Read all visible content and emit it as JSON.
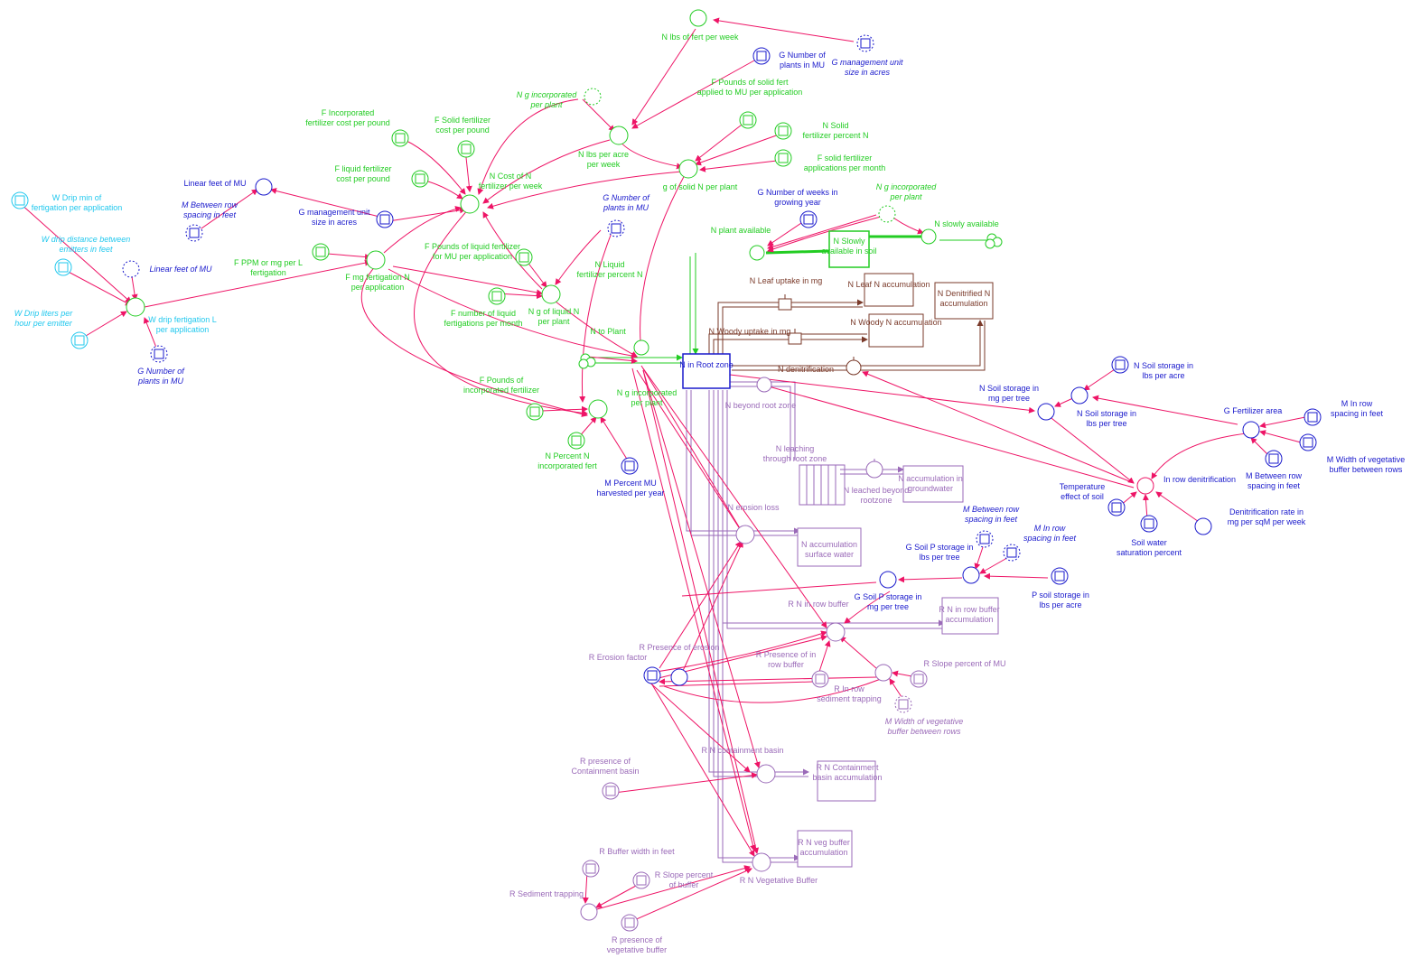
{
  "colors": {
    "green": "#22cc22",
    "cyan": "#22c8ee",
    "blue": "#1a1acc",
    "magenta": "#ee1466",
    "purple": "#7a2a7a",
    "brown": "#7a3a2a",
    "lavender": "#9a6ab8"
  },
  "labels": {
    "n_lbs_fert_week": "N lbs of fert per week",
    "g_mgmt_unit_top": "G management unit size in acres",
    "g_num_plants_top": "G Number of plants in MU",
    "f_pounds_solid": "F Pounds of solid fert applied to MU per application",
    "n_g_incorp_top": "N g incorporated per plant",
    "f_incorp_cost": "F Incorporated fertilizer cost per pound",
    "f_solid_cost": "F Solid fertilizer cost per pound",
    "n_lbs_per_acre": "N lbs per acre per week",
    "n_solid_pct": "N Solid fertilizer percent N",
    "f_solid_apps": "F solid fertilizer applications per month",
    "f_liquid_cost": "F liquid fertilizer cost per pound",
    "n_cost_week": "N Cost of N fertilizer per week",
    "g_solid_plant": "g of solid N per plant",
    "g_weeks": "G Number of weeks in growing year",
    "n_g_incorp_mid": "N g incorporated per plant",
    "linear_feet": "Linear feet of MU",
    "m_between_row_left": "M Between row spacing in feet",
    "g_mgmt_unit_left": "G management unit size in acres",
    "g_num_plants_mid": "G Number of plants in MU",
    "n_plant_avail": "N plant available",
    "n_slowly_soil": "N Slowly available in soil",
    "n_slowly_avail": "N slowly available",
    "w_drip_min": "W Drip min of fertigation per application",
    "w_drip_dist": "W drip distance between emitters in feet",
    "linear_feet_ghost": "Linear feet of MU",
    "f_ppm": "F PPM or mg per L fertigation",
    "f_pounds_liquid": "F Pounds of liquid fertilizer for MU per application",
    "n_liquid_pct": "N Liquid fertilizer percent N",
    "f_mg_fert": "F mg fertigation N per application",
    "w_drip_liters": "W Drip liters per hour per emitter",
    "w_drip_fert_l": "W drip fertigation L per application",
    "g_num_plants_left": "G Number of plants in MU",
    "f_num_liquid": "F number of liquid fertigations per month",
    "n_g_liquid": "N g of liquid N per plant",
    "n_leaf_uptake": "N Leaf uptake in mg",
    "n_leaf_acc": "N Leaf N accumulation",
    "n_denit_acc": "N Denitrified N accumulation",
    "n_woody_uptake": "N Woody uptake in mg",
    "n_woody_acc": "N Woody N accumulation",
    "n_to_plant": "N to Plant",
    "n_root_zone": "N in Root zone",
    "n_denitrification": "N denitrification",
    "n_soil_lbs_acre": "N Soil storage in lbs per acre",
    "n_soil_mg_tree": "N Soil storage in mg per tree",
    "n_soil_lbs_tree": "N Soil storage in lbs per tree",
    "g_fert_area": "G Fertilizer area",
    "m_in_row_right": "M In row spacing in feet",
    "m_width_veg_right": "M Width of vegetative buffer between rows",
    "f_pounds_incorp": "F Pounds of incorporated fertilizer",
    "n_g_incorp_low": "N g incorporated per plant",
    "n_beyond_root": "N beyond root zone",
    "n_leaching": "N leaching through root zone",
    "n_leached": "N leached beyond rootzone",
    "n_acc_ground": "N accumulation in groundwater",
    "n_pct_incorp": "N Percent N incorporated fert",
    "m_pct_harvest": "M Percent MU harvested per year",
    "in_row_denit": "In row denitrification",
    "m_between_row_right": "M Between row spacing in feet",
    "temp_effect": "Temperature effect of soil",
    "denit_rate": "Denitrification rate in mg per sqM per week",
    "soil_water": "Soil water saturation percent",
    "n_erosion_loss": "N erosion loss",
    "n_acc_surface": "N accumulation surface water",
    "m_between_row_mid": "M Between row spacing in feet",
    "m_in_row_mid": "M In row spacing in feet",
    "g_soil_p_lbs": "G Soil P storage in lbs per tree",
    "g_soil_p_mg": "G Soil P storage in mg per tree",
    "p_soil_lbs_acre": "P soil storage in lbs per acre",
    "r_n_in_row": "R N in row buffer",
    "r_n_in_row_acc": "R N in row buffer accumulation",
    "r_erosion_factor": "R Erosion factor",
    "r_presence_erosion": "R Presence of erosion",
    "r_presence_in_row": "R Presence of in row buffer",
    "r_slope_mu": "R Slope percent of MU",
    "r_in_row_sediment": "R In row sediment trapping",
    "m_width_veg_mid": "M Width of vegetative buffer between rows",
    "r_n_containment": "R N containment basin",
    "r_n_containment_acc": "R N Containment basin accumulation",
    "r_presence_containment": "R presence of Containment basin",
    "r_n_veg_acc": "R N veg buffer accumulation",
    "r_buffer_width": "R Buffer width in feet",
    "r_slope_buffer": "R Slope percent of buffer",
    "r_n_veg_buffer": "R N Vegetative Buffer",
    "r_sediment_trapping": "R Sediment trapping",
    "r_presence_veg": "R presence of vegetative buffer"
  }
}
